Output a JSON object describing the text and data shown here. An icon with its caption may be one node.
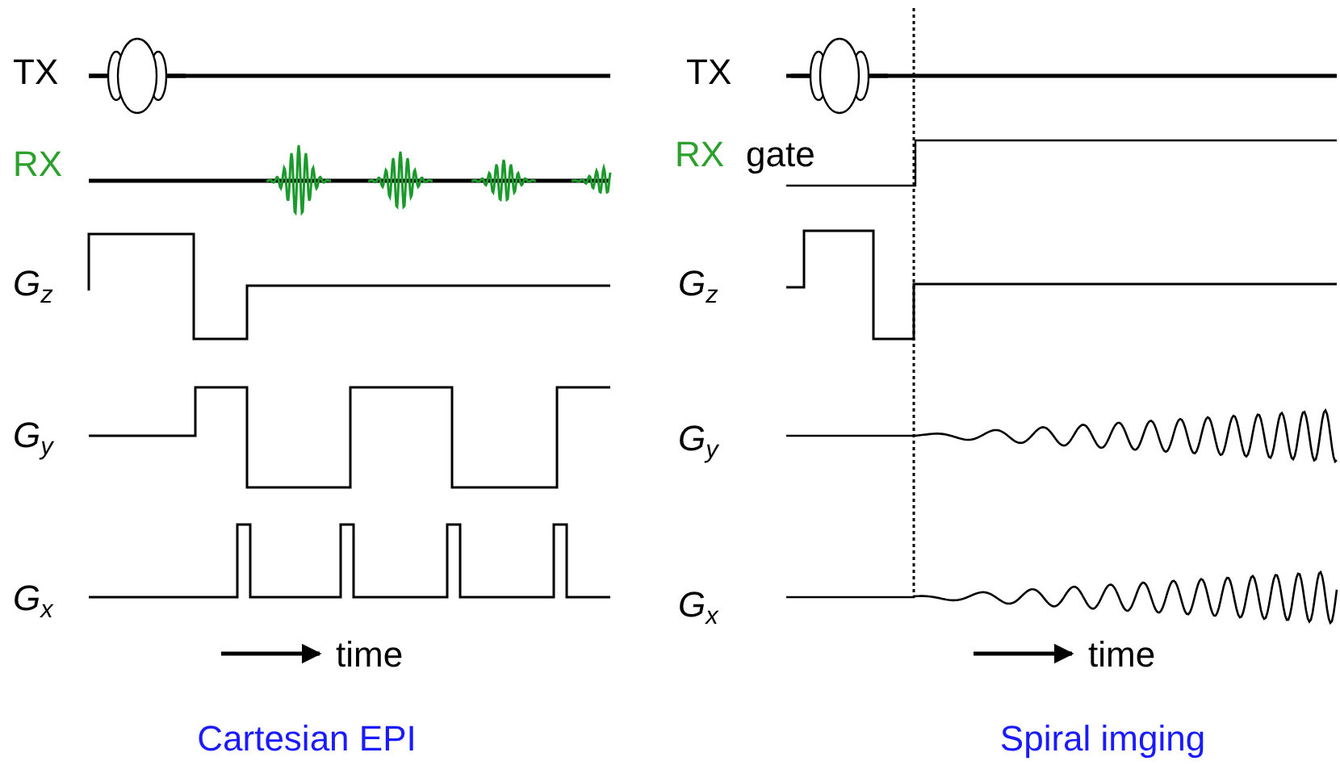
{
  "diagram": {
    "labels": [
      "TX",
      "RX",
      "G$_{z}$",
      "G$_{y}$",
      "G$_{x}$",
      "time",
      "Cartesian EPI",
      "TX",
      "RX",
      "gate",
      "G$_{z}$",
      "G$_{y}$",
      "G$_{x}$",
      "time",
      "Spiral imging"
    ]
  }
}
